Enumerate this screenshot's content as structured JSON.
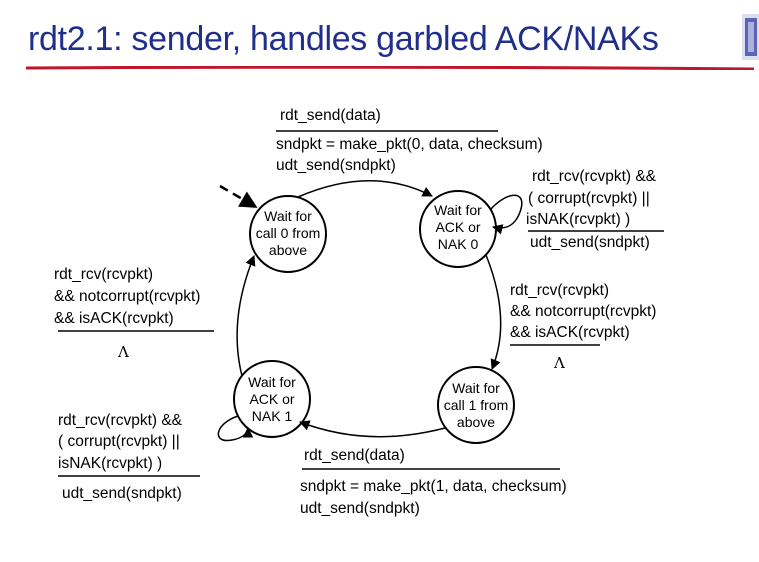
{
  "title": "rdt2.1: sender, handles garbled ACK/NAKs",
  "states": {
    "wait_call0": [
      "Wait for",
      "call 0 from",
      "above"
    ],
    "wait_ack0": [
      "Wait for",
      "ACK or",
      "NAK 0"
    ],
    "wait_call1": [
      "Wait for",
      "call 1 from",
      "above"
    ],
    "wait_ack1": [
      "Wait for",
      "ACK or",
      "NAK 1"
    ]
  },
  "transitions": {
    "top": {
      "event": "rdt_send(data)",
      "actions": [
        "sndpkt = make_pkt(0, data, checksum)",
        "udt_send(sndpkt)"
      ]
    },
    "ack0_self": {
      "event": [
        "rdt_rcv(rcvpkt) &&",
        "( corrupt(rcvpkt) ||",
        "isNAK(rcvpkt) )"
      ],
      "actions": [
        "udt_send(sndpkt)"
      ]
    },
    "right": {
      "event": [
        "rdt_rcv(rcvpkt)",
        "&& notcorrupt(rcvpkt)",
        "&& isACK(rcvpkt)"
      ],
      "actions": [
        "Λ"
      ]
    },
    "left": {
      "event": [
        "rdt_rcv(rcvpkt)",
        "&& notcorrupt(rcvpkt)",
        "&& isACK(rcvpkt)"
      ],
      "actions": [
        "Λ"
      ]
    },
    "ack1_self": {
      "event": [
        "rdt_rcv(rcvpkt) &&",
        "( corrupt(rcvpkt) ||",
        "isNAK(rcvpkt) )"
      ],
      "actions": [
        "udt_send(sndpkt)"
      ]
    },
    "bottom": {
      "event": "rdt_send(data)",
      "actions": [
        "sndpkt = make_pkt(1, data, checksum)",
        "udt_send(sndpkt)"
      ]
    }
  },
  "colors": {
    "title": "#1f2f8a",
    "underline": "#c0162a"
  }
}
